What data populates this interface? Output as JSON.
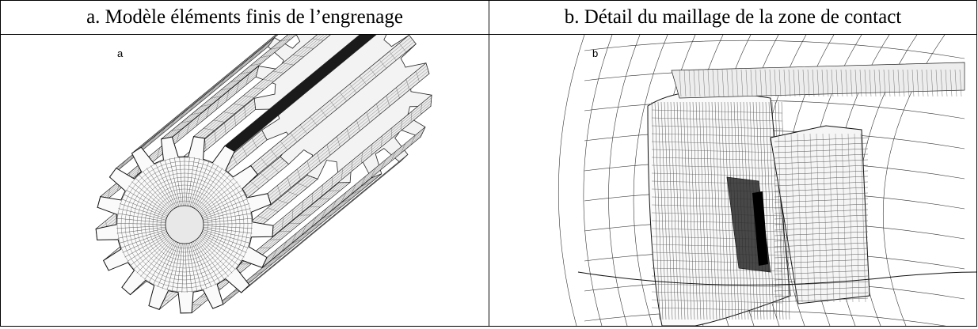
{
  "table": {
    "columns": [
      {
        "heading": "a. Modèle éléments finis de l’engrenage",
        "panel_letter": "a"
      },
      {
        "heading": "b. Détail du maillage de la zone de contact",
        "panel_letter": "b"
      }
    ]
  }
}
